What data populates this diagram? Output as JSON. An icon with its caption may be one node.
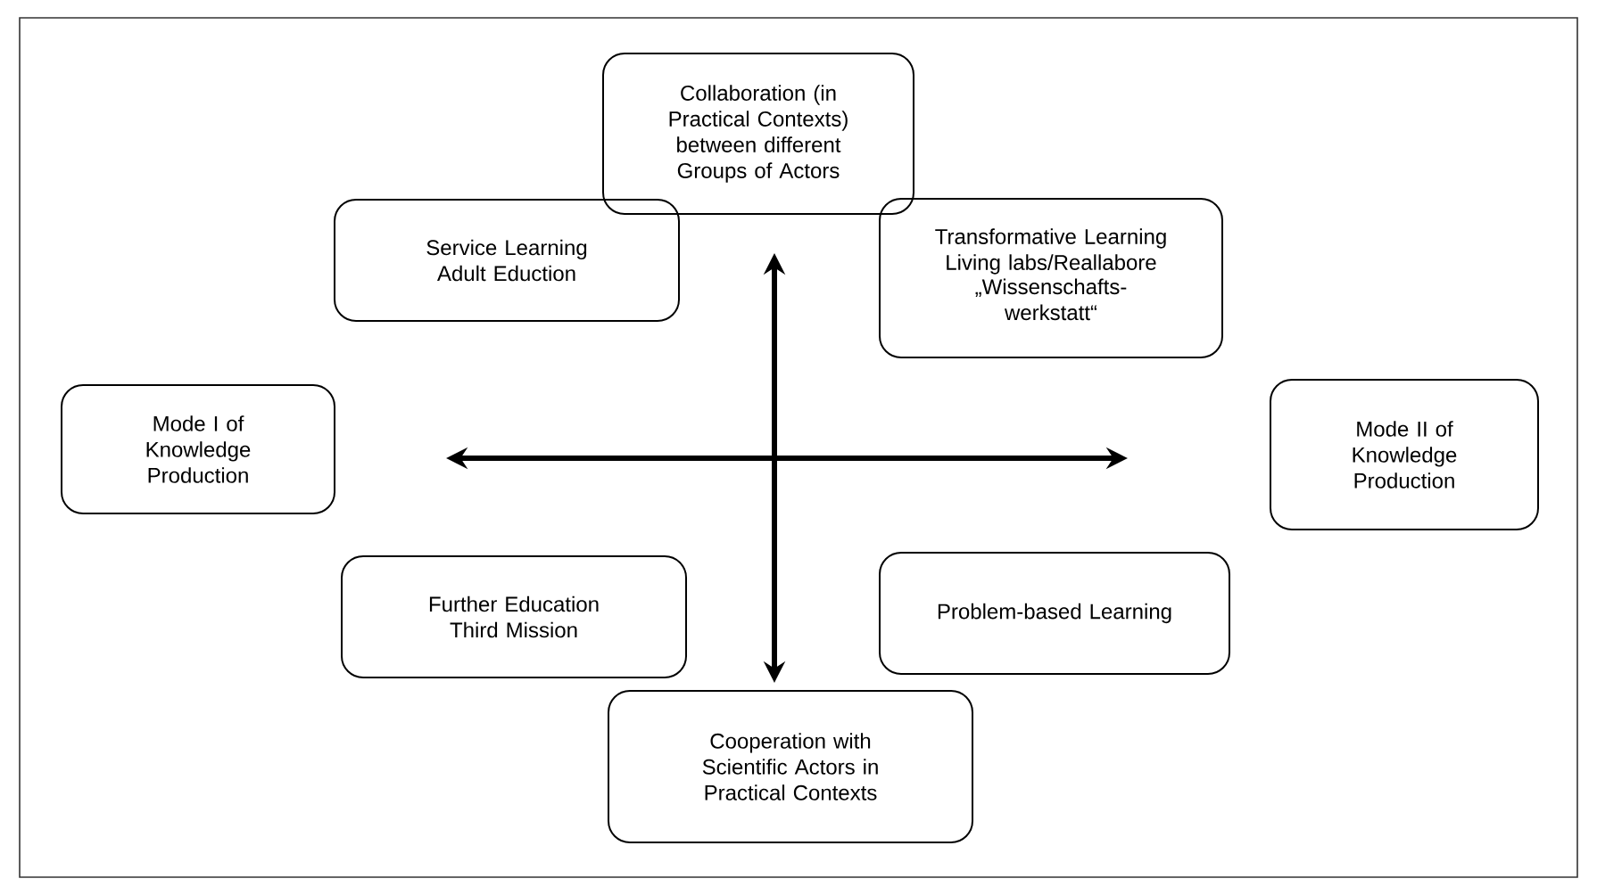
{
  "diagram": {
    "nodes": [
      {
        "text": [
          "Collaboration (in Practical Contexts) between different Groups of Actors"
        ]
      },
      {
        "text": [
          "Service Learning",
          "Adult Eduction"
        ]
      },
      {
        "text": [
          "Transformative Learning",
          "Living labs/Reallabore",
          "„Wissenschafts-werkstatt“"
        ]
      },
      {
        "text": [
          "Mode I of Knowledge Production"
        ]
      },
      {
        "text": [
          "Mode II of Knowledge Production"
        ]
      },
      {
        "text": [
          "Further Education",
          "Third Mission"
        ]
      },
      {
        "text": [
          "Problem-based Learning"
        ]
      },
      {
        "text": [
          "Cooperation with Scientific Actors in Practical Contexts"
        ]
      }
    ]
  }
}
